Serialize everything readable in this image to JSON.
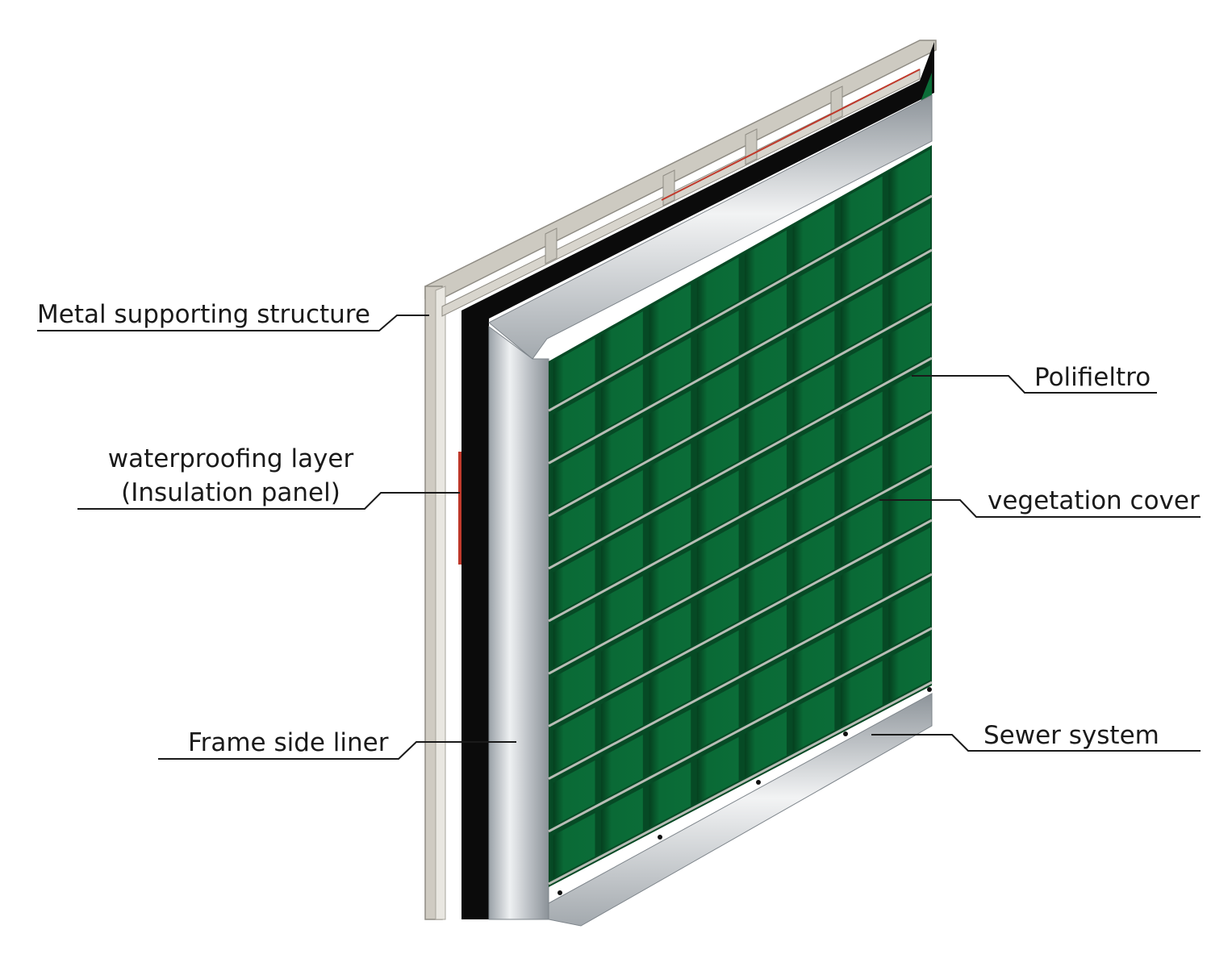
{
  "labels": {
    "metal": "Metal supporting structure",
    "waterproof_line1": "waterproofing layer",
    "waterproof_line2": "(Insulation panel)",
    "frame": "Frame side liner",
    "polifieltro": "Polifieltro",
    "vegetation": "vegetation cover",
    "sewer": "Sewer system"
  },
  "colors": {
    "metal_frame": "#c9c6bd",
    "metal_frame_edge": "#8f8c84",
    "waterproofing": "#0b0b0b",
    "felt_edge": "#c0392b",
    "aluminium": "#c8ccd0",
    "aluminium_dark": "#8e959b",
    "vegetation": "#0b6b37",
    "vegetation_dark": "#064a25",
    "pocket_line": "#b9bdb6",
    "leader": "#1a1a1a"
  }
}
